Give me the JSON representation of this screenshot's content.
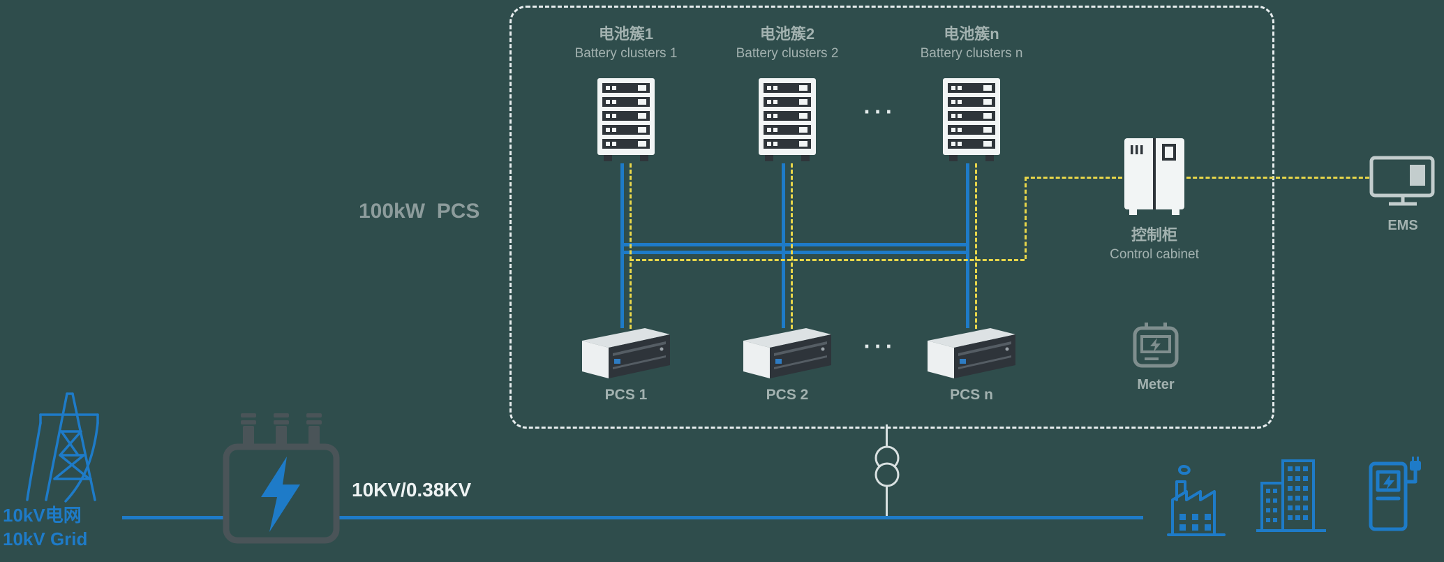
{
  "colors": {
    "background": "#2f4d4c",
    "dc_line_blue": "#1e7bc8",
    "comm_line_yellow": "#e8d64a",
    "label_gray": "#a3b2b0",
    "icon_white": "#f2f5f5",
    "icon_dark": "#2f353a"
  },
  "diagram": {
    "pcs_rating_label": "100kW  PCS",
    "clusters": [
      {
        "zh": "电池簇1",
        "en": "Battery clusters 1"
      },
      {
        "zh": "电池簇2",
        "en": "Battery clusters 2"
      },
      {
        "zh": "电池簇n",
        "en": "Battery clusters n"
      }
    ],
    "cluster_dots": "···",
    "pcs_units": [
      "PCS 1",
      "PCS 2",
      "PCS n"
    ],
    "pcs_dots": "···",
    "control_cabinet": {
      "zh": "控制柜",
      "en": "Control cabinet"
    },
    "meter_label": "Meter",
    "ems_label": "EMS"
  },
  "grid_side": {
    "grid_label_zh": "10kV电网",
    "grid_label_en": "10kV Grid",
    "transformer_ratio": "10KV/0.38KV"
  }
}
